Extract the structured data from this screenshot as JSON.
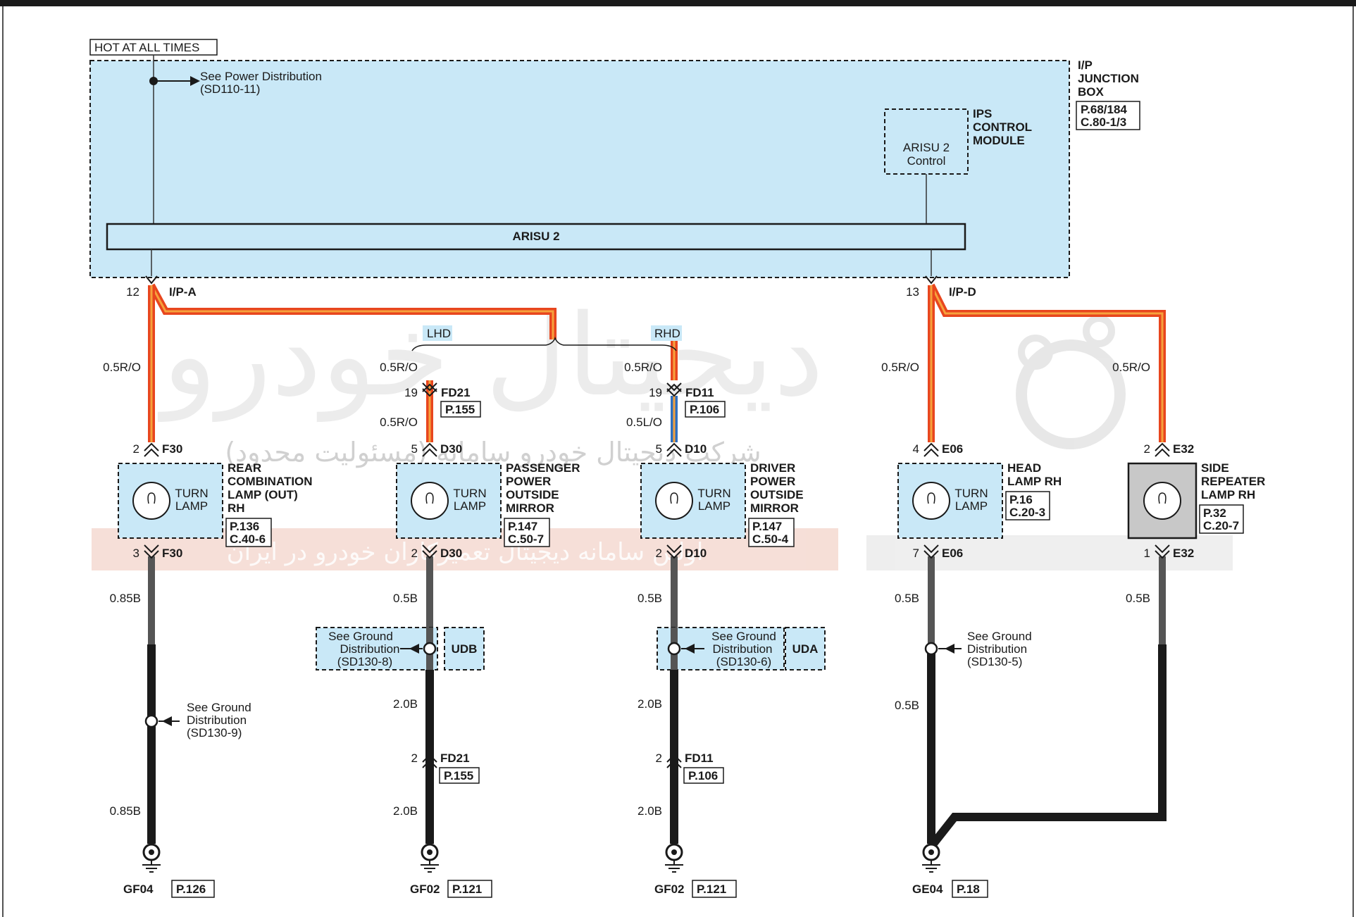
{
  "junction_box": {
    "hot_label": "HOT AT ALL TIMES",
    "power_ref_line1": "See Power Distribution",
    "power_ref_line2": "(SD110-11)",
    "title_lines": [
      "I/P",
      "JUNCTION",
      "BOX"
    ],
    "page_ref_lines": [
      "P.68/184",
      "C.80-1/3"
    ],
    "ips_title_lines": [
      "IPS",
      "CONTROL",
      "MODULE"
    ],
    "arisu_control_lines": [
      "ARISU 2",
      "Control"
    ],
    "arisu_bar_label": "ARISU 2"
  },
  "connectors": {
    "ipa_pin": "12",
    "ipa_name": "I/P-A",
    "ipd_pin": "13",
    "ipd_name": "I/P-D"
  },
  "options": {
    "lhd": "LHD",
    "rhd": "RHD"
  },
  "components": [
    {
      "name_lines": [
        "REAR",
        "COMBINATION",
        "LAMP (OUT)",
        "RH"
      ],
      "ref_lines": [
        "P.136",
        "C.40-6"
      ],
      "lamp_lines": [
        "TURN",
        "LAMP"
      ]
    },
    {
      "name_lines": [
        "PASSENGER",
        "POWER",
        "OUTSIDE",
        "MIRROR"
      ],
      "ref_lines": [
        "P.147",
        "C.50-7"
      ],
      "lamp_lines": [
        "TURN",
        "LAMP"
      ]
    },
    {
      "name_lines": [
        "DRIVER",
        "POWER",
        "OUTSIDE",
        "MIRROR"
      ],
      "ref_lines": [
        "P.147",
        "C.50-4"
      ],
      "lamp_lines": [
        "TURN",
        "LAMP"
      ]
    },
    {
      "name_lines": [
        "HEAD",
        "LAMP RH"
      ],
      "ref_lines": [
        "P.16",
        "C.20-3"
      ],
      "lamp_lines": [
        "TURN",
        "LAMP"
      ]
    },
    {
      "name_lines": [
        "SIDE",
        "REPEATER",
        "LAMP RH"
      ],
      "ref_lines": [
        "P.32",
        "C.20-7"
      ],
      "lamp_lines": []
    }
  ],
  "wire_labels": {
    "c1_top": "0.5R/O",
    "c1_mid": "0.85B",
    "c1_bot": "0.85B",
    "c2_top": "0.5R/O",
    "c2_mid": "0.5R/O",
    "c2_b1": "0.5B",
    "c2_b2": "2.0B",
    "c2_b3": "2.0B",
    "c3_top": "0.5R/O",
    "c3_mid": "0.5L/O",
    "c3_b1": "0.5B",
    "c3_b2": "2.0B",
    "c3_b3": "2.0B",
    "c4_top": "0.5R/O",
    "c4_b1": "0.5B",
    "c4_b2": "0.5B",
    "c5_top": "0.5R/O",
    "c5_b1": "0.5B"
  },
  "pins": {
    "c1_top": {
      "num": "2",
      "name": "F30"
    },
    "c1_bot": {
      "num": "3",
      "name": "F30"
    },
    "c2_in": {
      "num": "19",
      "name": "FD21",
      "ref": "P.155"
    },
    "c2_top": {
      "num": "5",
      "name": "D30"
    },
    "c2_bot": {
      "num": "2",
      "name": "D30"
    },
    "c2_gnd": {
      "num": "2",
      "name": "FD21",
      "ref": "P.155"
    },
    "c3_in": {
      "num": "19",
      "name": "FD11",
      "ref": "P.106"
    },
    "c3_top": {
      "num": "5",
      "name": "D10"
    },
    "c3_bot": {
      "num": "2",
      "name": "D10"
    },
    "c3_gnd": {
      "num": "2",
      "name": "FD11",
      "ref": "P.106"
    },
    "c4_top": {
      "num": "4",
      "name": "E06"
    },
    "c4_bot": {
      "num": "7",
      "name": "E06"
    },
    "c5_top": {
      "num": "2",
      "name": "E32"
    },
    "c5_bot": {
      "num": "1",
      "name": "E32"
    }
  },
  "ground_refs": {
    "udb": {
      "lines": [
        "See Ground",
        "Distribution",
        "(SD130-8)"
      ],
      "tag": "UDB"
    },
    "uda": {
      "lines": [
        "See Ground",
        "Distribution",
        "(SD130-6)"
      ],
      "tag": "UDA"
    },
    "c1": {
      "lines": [
        "See Ground",
        "Distribution",
        "(SD130-9)"
      ]
    },
    "c4": {
      "lines": [
        "See Ground",
        "Distribution",
        "(SD130-5)"
      ]
    }
  },
  "grounds": [
    {
      "name": "GF04",
      "ref": "P.126"
    },
    {
      "name": "GF02",
      "ref": "P.121"
    },
    {
      "name": "GF02",
      "ref": "P.121"
    },
    {
      "name": "GE04",
      "ref": "P.18"
    }
  ],
  "watermark": {
    "line1": "شرکت دیجیتال خودرو سامانه (مسئولیت محدود)",
    "line2": "اولین سامانه دیجیتال تعمیرکاران خودرو در ایران"
  },
  "colors": {
    "box_fill": "#c9e8f7",
    "wire_red": "#e8461e",
    "wire_orange": "#f6a23c",
    "wire_blue": "#2e6fbf",
    "wire_black": "#1a1a1a",
    "wire_gray": "#555555"
  }
}
